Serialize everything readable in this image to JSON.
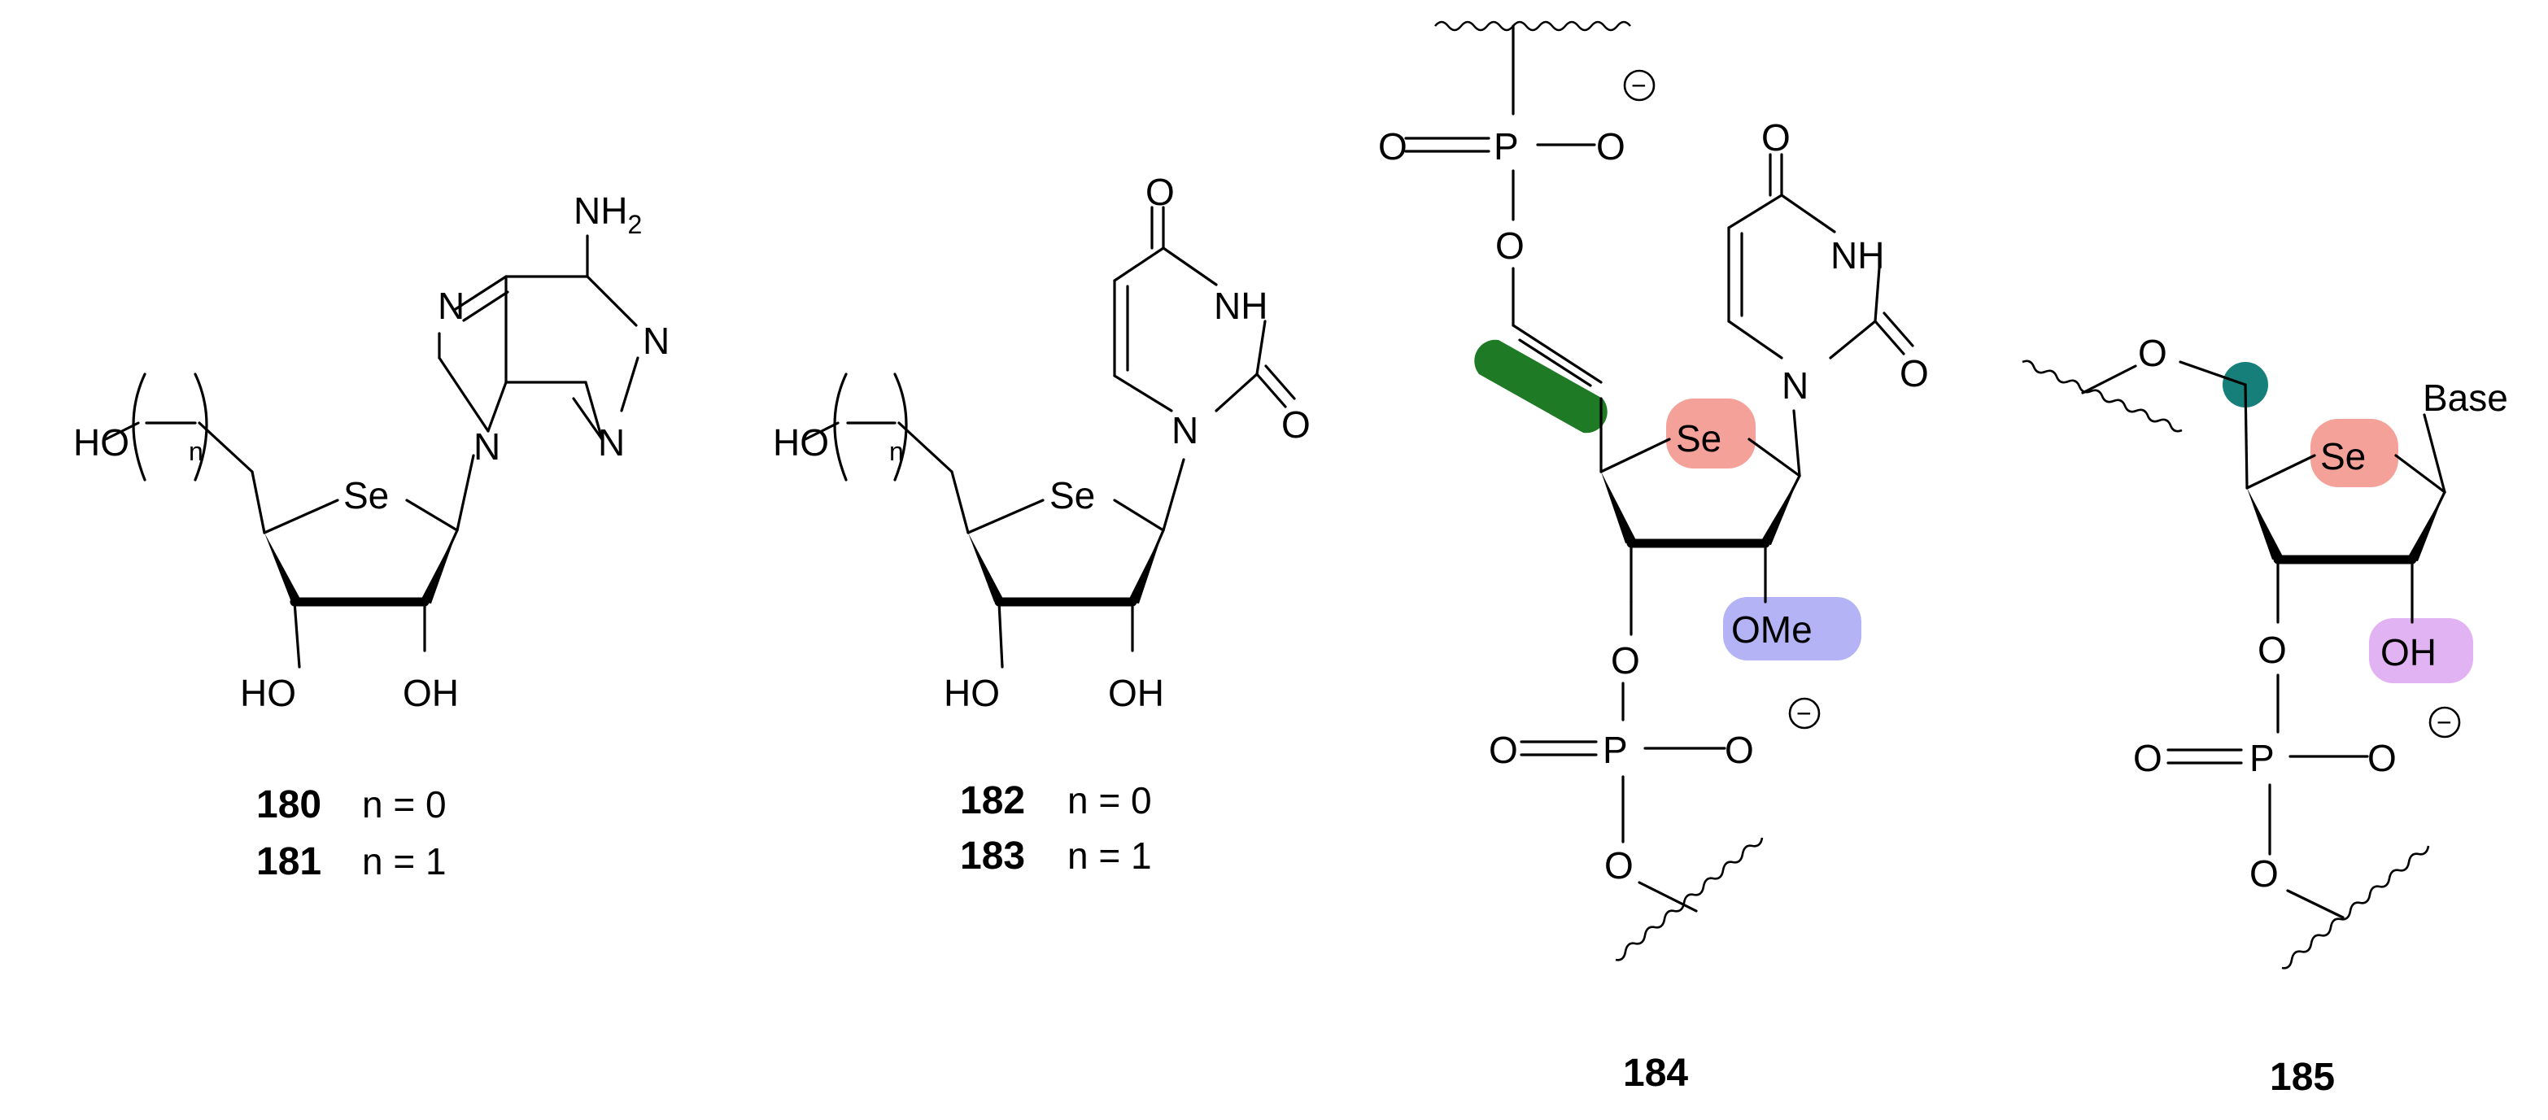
{
  "colors": {
    "selenium_highlight": "#f4a19a",
    "methoxy_highlight": "#b3b3f5",
    "hydroxyl_highlight": "#e2b3f2",
    "alkene_highlight": "#1e7a25",
    "carbon_dot": "#167f7a"
  },
  "atoms": {
    "se": "Se",
    "n": "N",
    "nh": "NH",
    "nh2_main": "NH",
    "nh2_sub": "2",
    "o": "O",
    "ho": "HO",
    "oh": "OH",
    "ome": "OMe",
    "p": "P",
    "base": "Base",
    "n_index": "n",
    "charge_symbol": "−"
  },
  "compounds": {
    "c180": {
      "label": "180",
      "value": "n = 0"
    },
    "c181": {
      "label": "181",
      "value": "n = 1"
    },
    "c182": {
      "label": "182",
      "value": "n = 0"
    },
    "c183": {
      "label": "183",
      "value": "n = 1"
    },
    "c184": {
      "label": "184"
    },
    "c185": {
      "label": "185"
    }
  }
}
